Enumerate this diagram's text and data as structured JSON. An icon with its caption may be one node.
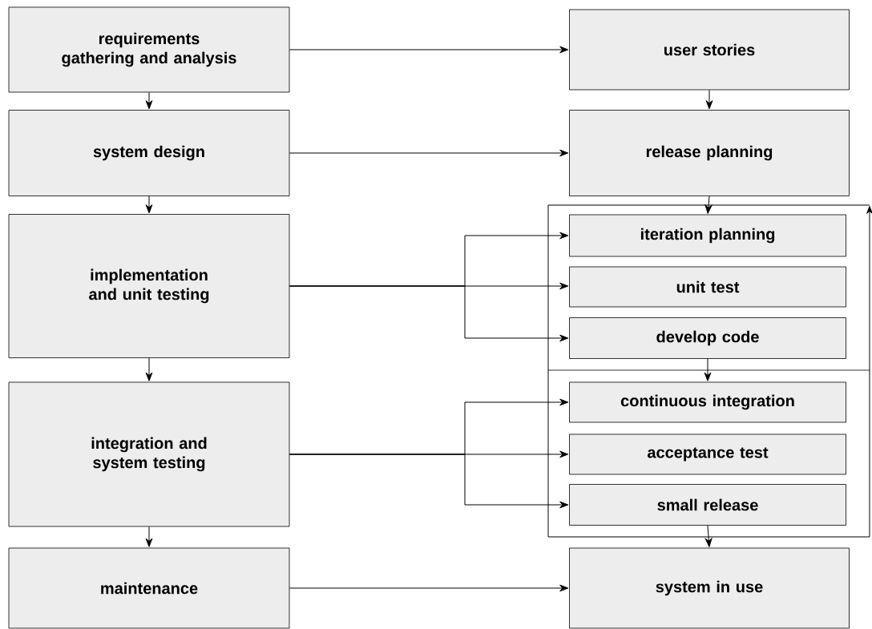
{
  "diagram": {
    "nodes": [
      {
        "text": [
          "requirements gathering and analysis"
        ]
      },
      {
        "text": [
          "user stories"
        ]
      },
      {
        "text": [
          "system design"
        ]
      },
      {
        "text": [
          "release planning"
        ]
      },
      {
        "text": [
          "implementation and unit testing"
        ]
      },
      {
        "text": [
          "iteration planning"
        ]
      },
      {
        "text": [
          "unit test"
        ]
      },
      {
        "text": [
          "develop code"
        ]
      },
      {
        "text": [
          "integration and system testing"
        ]
      },
      {
        "text": [
          "continuous integration"
        ]
      },
      {
        "text": [
          "acceptance test"
        ]
      },
      {
        "text": [
          "small release"
        ]
      },
      {
        "text": [
          "maintenance"
        ]
      },
      {
        "text": [
          "system in use"
        ]
      }
    ],
    "edges": [
      {
        "from": 0,
        "to": 1,
        "arrow": "to"
      },
      {
        "from": 0,
        "to": 2,
        "arrow": "to"
      },
      {
        "from": 1,
        "to": 3,
        "arrow": "to"
      },
      {
        "from": 2,
        "to": 3,
        "arrow": "to"
      },
      {
        "from": 2,
        "to": 4,
        "arrow": "to"
      },
      {
        "from": 3,
        "to": 5,
        "arrow": "to"
      },
      {
        "from": 4,
        "to": 5,
        "arrow": "to"
      },
      {
        "from": 4,
        "to": 6,
        "arrow": "to"
      },
      {
        "from": 4,
        "to": 7,
        "arrow": "to"
      },
      {
        "from": 4,
        "to": 8,
        "arrow": "to"
      },
      {
        "from": 7,
        "to": 9,
        "arrow": "to"
      },
      {
        "from": 8,
        "to": 9,
        "arrow": "to"
      },
      {
        "from": 8,
        "to": 10,
        "arrow": "to"
      },
      {
        "from": 8,
        "to": 11,
        "arrow": "to"
      },
      {
        "from": 8,
        "to": 12,
        "arrow": "to"
      },
      {
        "from": 11,
        "to": 13,
        "arrow": "to"
      },
      {
        "from": 12,
        "to": 13,
        "arrow": "to"
      }
    ]
  }
}
